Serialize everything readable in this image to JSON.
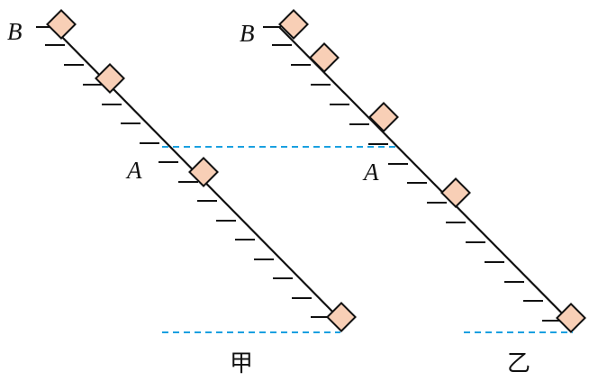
{
  "diagrams": [
    {
      "caption": "甲",
      "label_top": "B",
      "label_mid": "A",
      "block_count": 4
    },
    {
      "caption": "乙",
      "label_top": "B",
      "label_mid": "A",
      "block_count": 5
    }
  ],
  "colors": {
    "block_fill": "#f8cfb6",
    "line": "#111111",
    "guide_dashed": "#1aa0e0"
  }
}
